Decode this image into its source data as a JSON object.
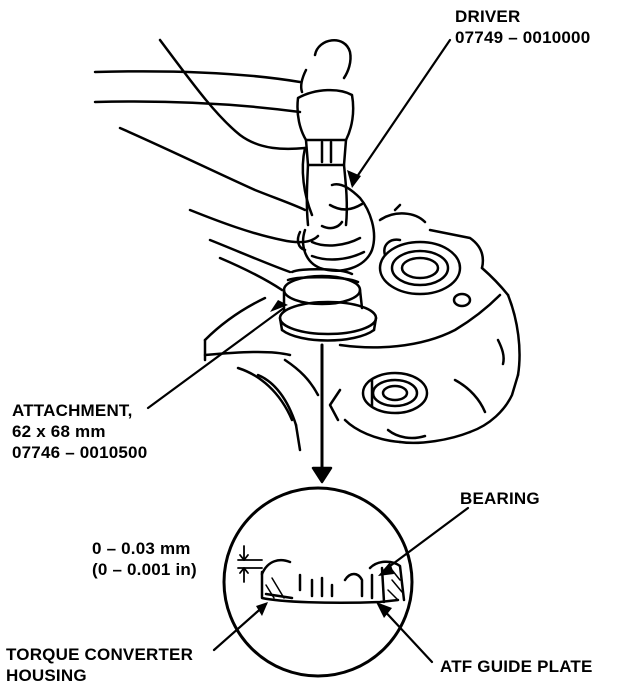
{
  "labels": {
    "driver": {
      "name": "DRIVER",
      "part_number": "07749 – 0010000"
    },
    "attachment": {
      "name": "ATTACHMENT,",
      "size": "62 x 68 mm",
      "part_number": "07746 – 0010500"
    },
    "bearing": "BEARING",
    "clearance": {
      "metric": "0 – 0.03 mm",
      "imperial": "(0 – 0.001 in)"
    },
    "torque_converter_housing": {
      "line1": "TORQUE CONVERTER",
      "line2": "HOUSING"
    },
    "atf_guide_plate": "ATF GUIDE PLATE"
  }
}
